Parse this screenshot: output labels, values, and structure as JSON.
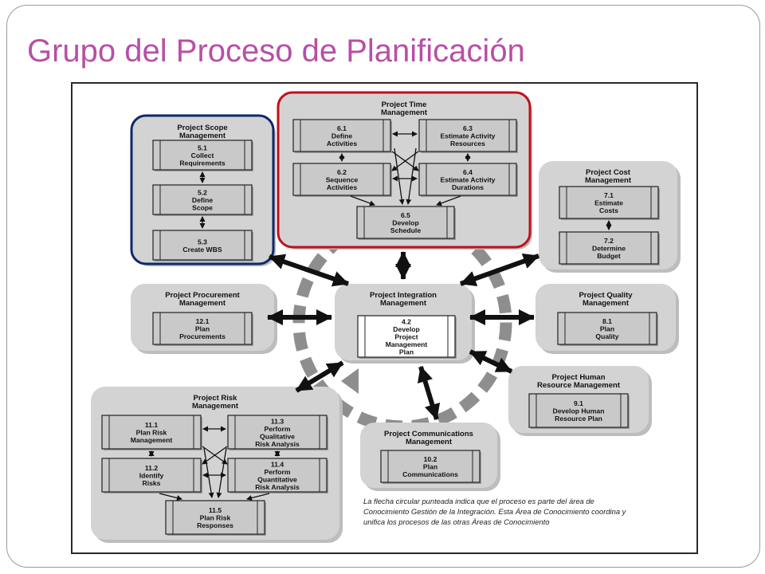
{
  "slide": {
    "title": "Grupo del Proceso de Planificación"
  },
  "note": {
    "lines": [
      "La flecha circular punteada indica que el proceso es parte del área de",
      "Conocimiento Gestión de la Integración. Esta Área de Conocimiento coordina y",
      "unifica los procesos de las otras Áreas de Conocimiento"
    ]
  },
  "colors": {
    "title": "#b84fa6",
    "scope_highlight": "#0c2a6a",
    "time_highlight": "#c0101a",
    "area_fill": "#d3d3d3",
    "box_fill": "#c9c9c9"
  },
  "areas": {
    "scope": {
      "title": [
        "Project Scope",
        "Management"
      ],
      "processes": [
        [
          "5.1",
          "Collect",
          "Requirements"
        ],
        [
          "5.2",
          "Define",
          "Scope"
        ],
        [
          "5.3",
          "Create WBS"
        ]
      ]
    },
    "time": {
      "title": [
        "Project Time",
        "Management"
      ],
      "processes": [
        [
          "6.1",
          "Define",
          "Activities"
        ],
        [
          "6.3",
          "Estimate Activity",
          "Resources"
        ],
        [
          "6.2",
          "Sequence",
          "Activities"
        ],
        [
          "6.4",
          "Estimate Activity",
          "Durations"
        ],
        [
          "6.5",
          "Develop",
          "Schedule"
        ]
      ]
    },
    "cost": {
      "title": [
        "Project Cost",
        "Management"
      ],
      "processes": [
        [
          "7.1",
          "Estimate",
          "Costs"
        ],
        [
          "7.2",
          "Determine",
          "Budget"
        ]
      ]
    },
    "procurement": {
      "title": [
        "Project Procurement",
        "Management"
      ],
      "processes": [
        [
          "12.1",
          "Plan",
          "Procurements"
        ]
      ]
    },
    "integration": {
      "title": [
        "Project Integration",
        "Management"
      ],
      "processes": [
        [
          "4.2",
          "Develop",
          "Project",
          "Management",
          "Plan"
        ]
      ]
    },
    "quality": {
      "title": [
        "Project Quality",
        "Management"
      ],
      "processes": [
        [
          "8.1",
          "Plan",
          "Quality"
        ]
      ]
    },
    "hr": {
      "title": [
        "Project Human",
        "Resource Management"
      ],
      "processes": [
        [
          "9.1",
          "Develop Human",
          "Resource Plan"
        ]
      ]
    },
    "risk": {
      "title": [
        "Project Risk",
        "Management"
      ],
      "processes": [
        [
          "11.1",
          "Plan Risk",
          "Management"
        ],
        [
          "11.3",
          "Perform",
          "Qualitative",
          "Risk Analysis"
        ],
        [
          "11.2",
          "Identify",
          "Risks"
        ],
        [
          "11.4",
          "Perform",
          "Quantitative",
          "Risk Analysis"
        ],
        [
          "11.5",
          "Plan Risk",
          "Responses"
        ]
      ]
    },
    "communications": {
      "title": [
        "Project Communications",
        "Management"
      ],
      "processes": [
        [
          "10.2",
          "Plan",
          "Communications"
        ]
      ]
    }
  }
}
